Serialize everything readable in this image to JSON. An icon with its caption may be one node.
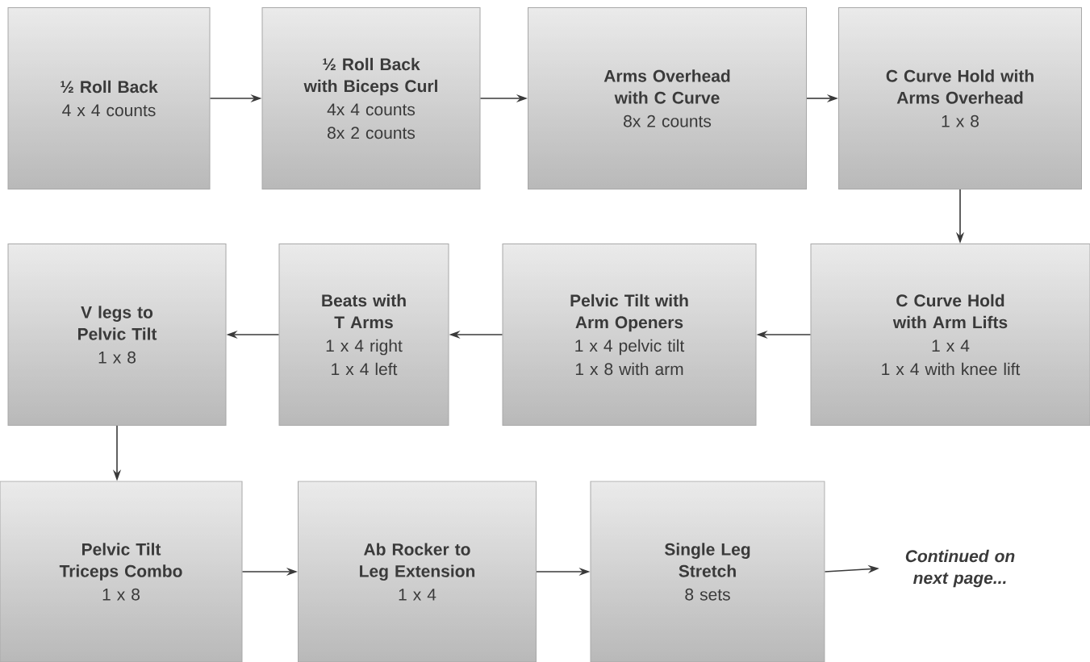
{
  "diagram": {
    "nodes": [
      {
        "text": [
          "½ Roll Back",
          "4 x 4 counts"
        ]
      },
      {
        "text": [
          "½ Roll Back with Biceps Curl",
          "4x 4 counts",
          "8x 2 counts"
        ]
      },
      {
        "text": [
          "Arms Overhead with C Curve",
          "8x 2 counts"
        ]
      },
      {
        "text": [
          "C Curve Hold with Arms Overhead",
          "1 x 8"
        ]
      },
      {
        "text": [
          "C Curve Hold with Arm Lifts",
          "1 x 4",
          "1 x 4 with knee lift"
        ]
      },
      {
        "text": [
          "Pelvic Tilt with Arm Openers",
          "1 x 4 pelvic tilt",
          "1 x 8 with arm"
        ]
      },
      {
        "text": [
          "Beats with T Arms",
          "1 x 4 right",
          "1 x 4 left"
        ]
      },
      {
        "text": [
          "V legs to Pelvic Tilt",
          "1 x 8"
        ]
      },
      {
        "text": [
          "Pelvic Tilt Triceps Combo",
          "1 x 8"
        ]
      },
      {
        "text": [
          "Ab Rocker to Leg Extension",
          "1 x 4"
        ]
      },
      {
        "text": [
          "Single Leg Stretch",
          "8 sets"
        ]
      },
      {
        "text": [
          "Continued on next page..."
        ]
      }
    ],
    "edges": [
      {
        "from": 0,
        "to": 1,
        "arrow": "to"
      },
      {
        "from": 1,
        "to": 2,
        "arrow": "to"
      },
      {
        "from": 2,
        "to": 3,
        "arrow": "to"
      },
      {
        "from": 3,
        "to": 4,
        "arrow": "to"
      },
      {
        "from": 4,
        "to": 5,
        "arrow": "to"
      },
      {
        "from": 5,
        "to": 6,
        "arrow": "to"
      },
      {
        "from": 6,
        "to": 7,
        "arrow": "to"
      },
      {
        "from": 7,
        "to": 8,
        "arrow": "to"
      },
      {
        "from": 8,
        "to": 9,
        "arrow": "to"
      },
      {
        "from": 9,
        "to": 10,
        "arrow": "to"
      },
      {
        "from": 10,
        "to": 11,
        "arrow": "to"
      }
    ]
  }
}
